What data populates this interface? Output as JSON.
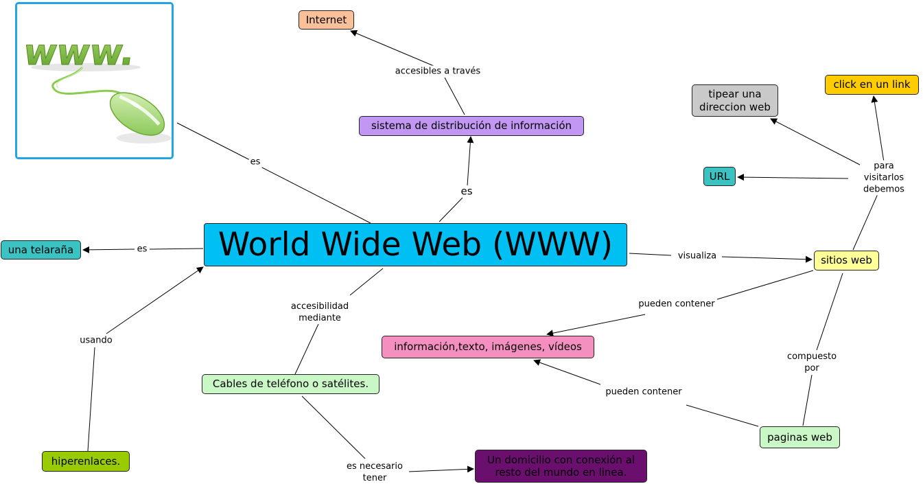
{
  "colors": {
    "primary": "#00bff3",
    "orange": "#f9c09a",
    "purple": "#c197f3",
    "teal": "#3bc2c2",
    "gray": "#c9c9c9",
    "yellow": "#ffcc00",
    "light_yellow": "#ffff99",
    "pink": "#f58fbf",
    "light_green": "#c9f7c6",
    "green": "#99cc00",
    "dark_purple": "#6a0f6e",
    "image_border": "#23a4e3"
  },
  "image": {
    "icon": "www-mouse-icon",
    "text": "www."
  },
  "nodes": {
    "www": "World Wide Web (WWW)",
    "internet": "Internet",
    "sistema": "sistema de distribución de información",
    "telarana": "una telaraña",
    "hiperenlaces": "hiperenlaces.",
    "cables": "Cables de teléfono o satélites.",
    "domicilio": "Un domicilio con conexión al\nresto del mundo en linea.",
    "sitios": "sitios web",
    "informacion": "información,texto, imágenes, vídeos",
    "paginas": "paginas web",
    "url": "URL",
    "tipear": "tipear una\ndireccion web",
    "click": "click en un link"
  },
  "links": {
    "es_image": "es",
    "es_sistema": "es",
    "accesibles": "accesibles a través",
    "es_telarana": "es",
    "usando": "usando",
    "accesibilidad": "accesibilidad\nmediante",
    "necesario": "es necesario\ntener",
    "visualiza": "visualiza",
    "pueden1": "pueden contener",
    "pueden2": "pueden contener",
    "compuesto": "compuesto\npor",
    "visitarlos": "para visitarlos\ndebemos"
  }
}
